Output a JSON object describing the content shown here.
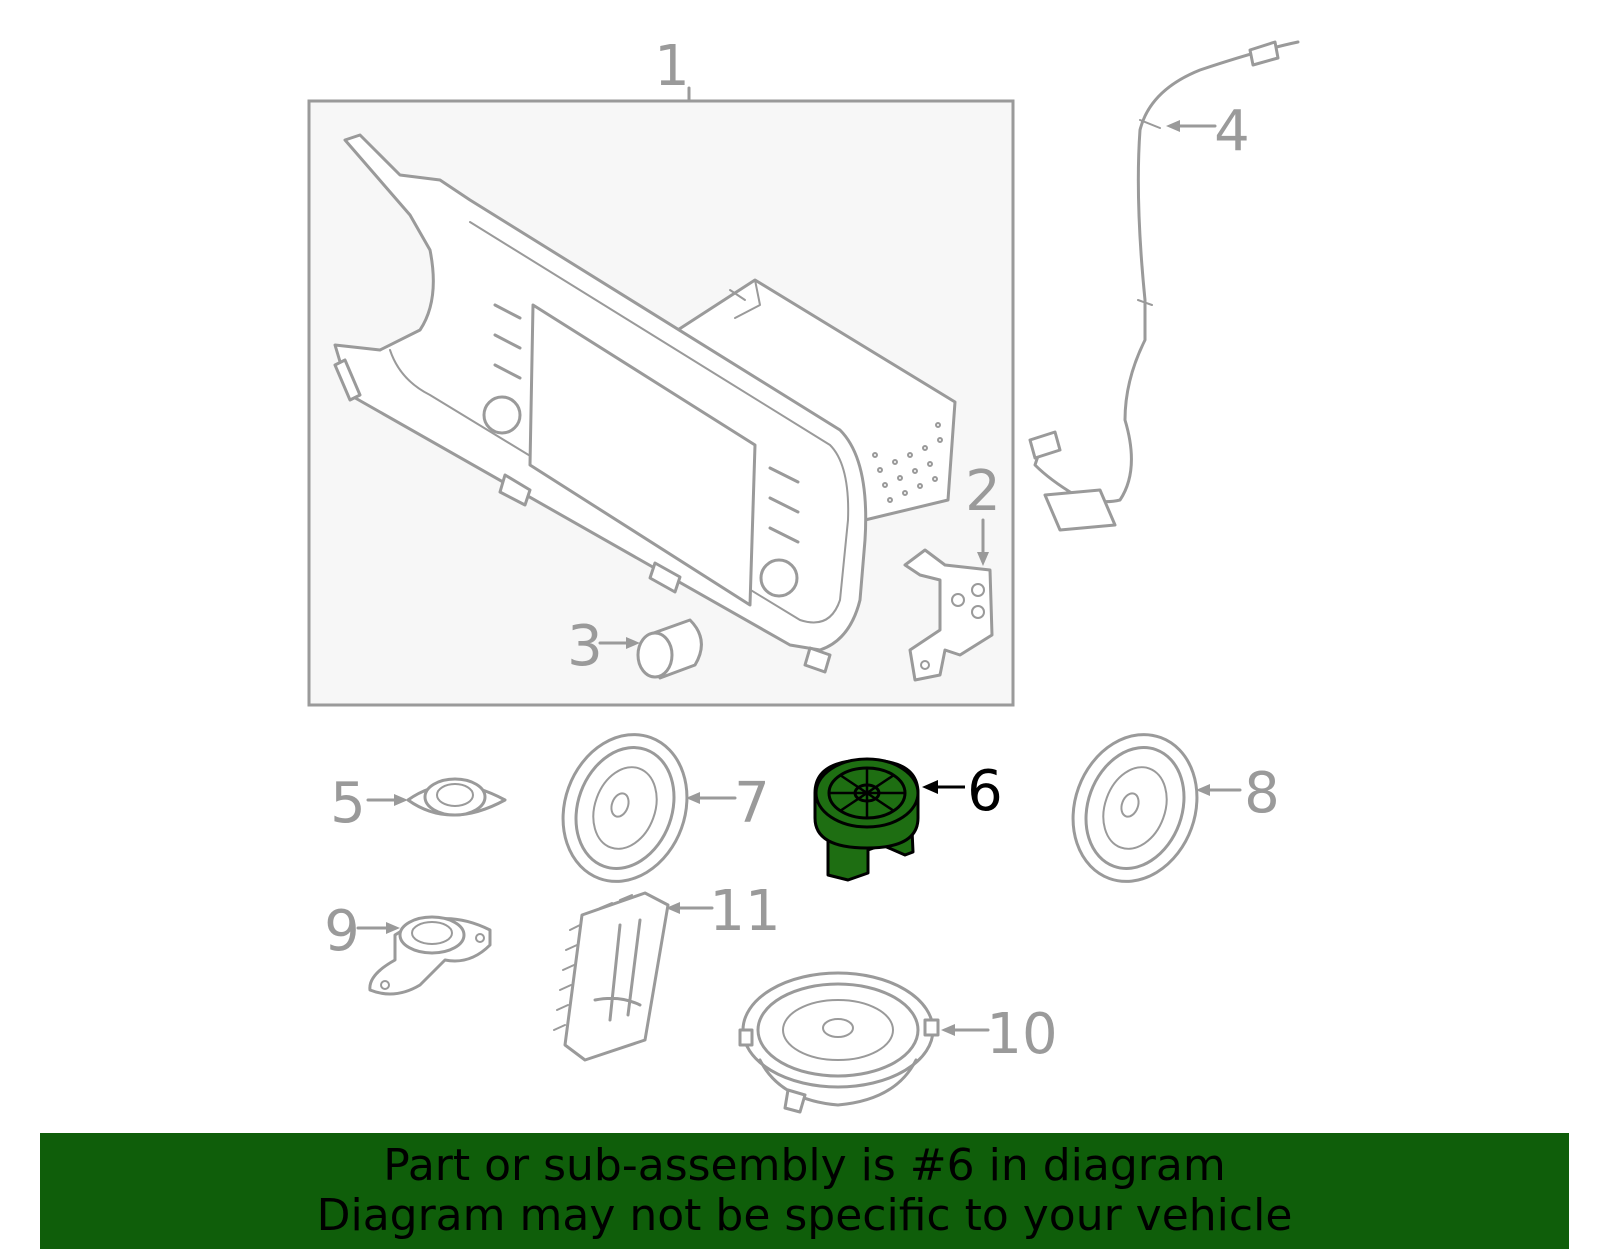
{
  "callouts": {
    "c1": "1",
    "c2": "2",
    "c3": "3",
    "c4": "4",
    "c5": "5",
    "c6": "6",
    "c7": "7",
    "c8": "8",
    "c9": "9",
    "c10": "10",
    "c11": "11"
  },
  "highlighted_part": "6",
  "colors": {
    "highlight_fill": "#1e6e12",
    "banner_bg": "#0f5e0a",
    "line_gray": "#9a9a9a",
    "box_bg": "#f7f7f7"
  },
  "banner": {
    "line1": "Part or sub-assembly is #6 in diagram",
    "line2": "Diagram may not be specific to your vehicle"
  }
}
